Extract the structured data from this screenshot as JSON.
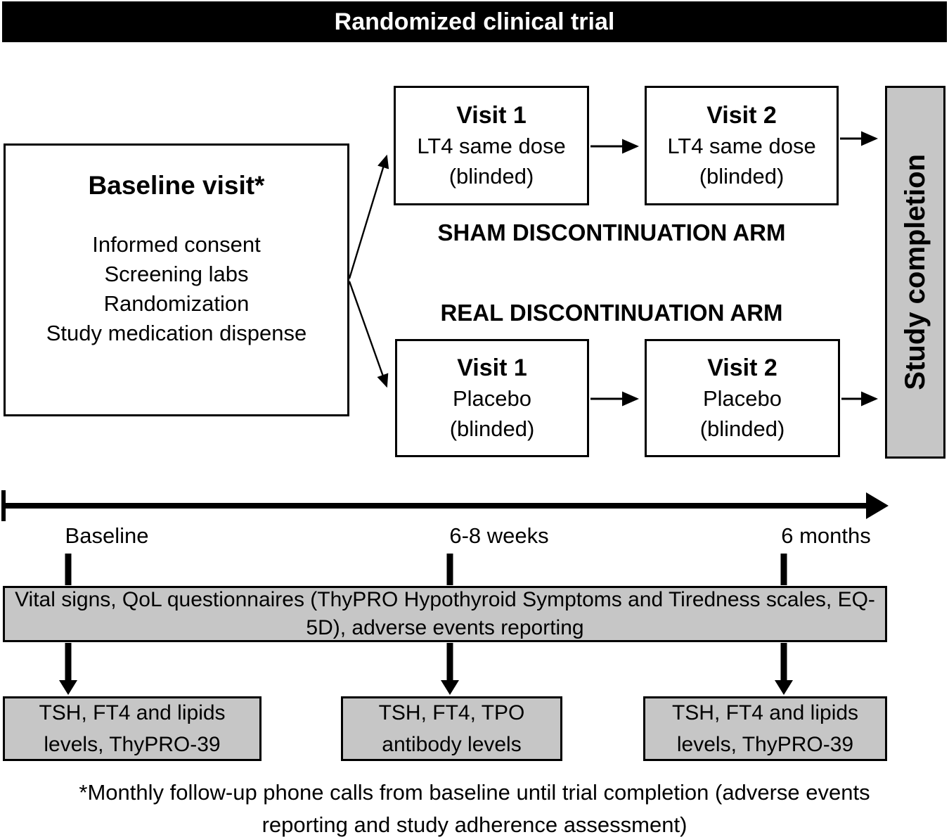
{
  "banner": {
    "title": "Randomized clinical trial"
  },
  "baseline_box": {
    "title": "Baseline visit*",
    "items": [
      "Informed consent",
      "Screening labs",
      "Randomization",
      "Study medication dispense"
    ]
  },
  "sham_arm": {
    "label": "SHAM DISCONTINUATION ARM",
    "visit1": {
      "title": "Visit 1",
      "line1": "LT4 same dose",
      "line2": "(blinded)"
    },
    "visit2": {
      "title": "Visit 2",
      "line1": "LT4 same dose",
      "line2": "(blinded)"
    }
  },
  "real_arm": {
    "label": "REAL DISCONTINUATION ARM",
    "visit1": {
      "title": "Visit 1",
      "line1": "Placebo",
      "line2": "(blinded)"
    },
    "visit2": {
      "title": "Visit 2",
      "line1": "Placebo",
      "line2": "(blinded)"
    }
  },
  "study_completion": {
    "label": "Study completion"
  },
  "timeline": {
    "labels": [
      "Baseline",
      "6-8 weeks",
      "6 months"
    ]
  },
  "assessments_box": {
    "text": "Vital signs, QoL questionnaires (ThyPRO Hypothyroid Symptoms and Tiredness scales, EQ-5D), adverse events reporting"
  },
  "lab_boxes": [
    {
      "line1": "TSH, FT4 and lipids",
      "line2": "levels, ThyPRO-39"
    },
    {
      "line1": "TSH, FT4, TPO",
      "line2": "antibody levels"
    },
    {
      "line1": "TSH, FT4 and lipids",
      "line2": "levels, ThyPRO-39"
    }
  ],
  "footnote": {
    "text": "*Monthly follow-up phone calls from baseline until trial completion (adverse events reporting and study adherence assessment)"
  },
  "colors": {
    "gray_fill": "#c6c6c6",
    "black": "#000000",
    "banner_text": "#ffffff"
  }
}
